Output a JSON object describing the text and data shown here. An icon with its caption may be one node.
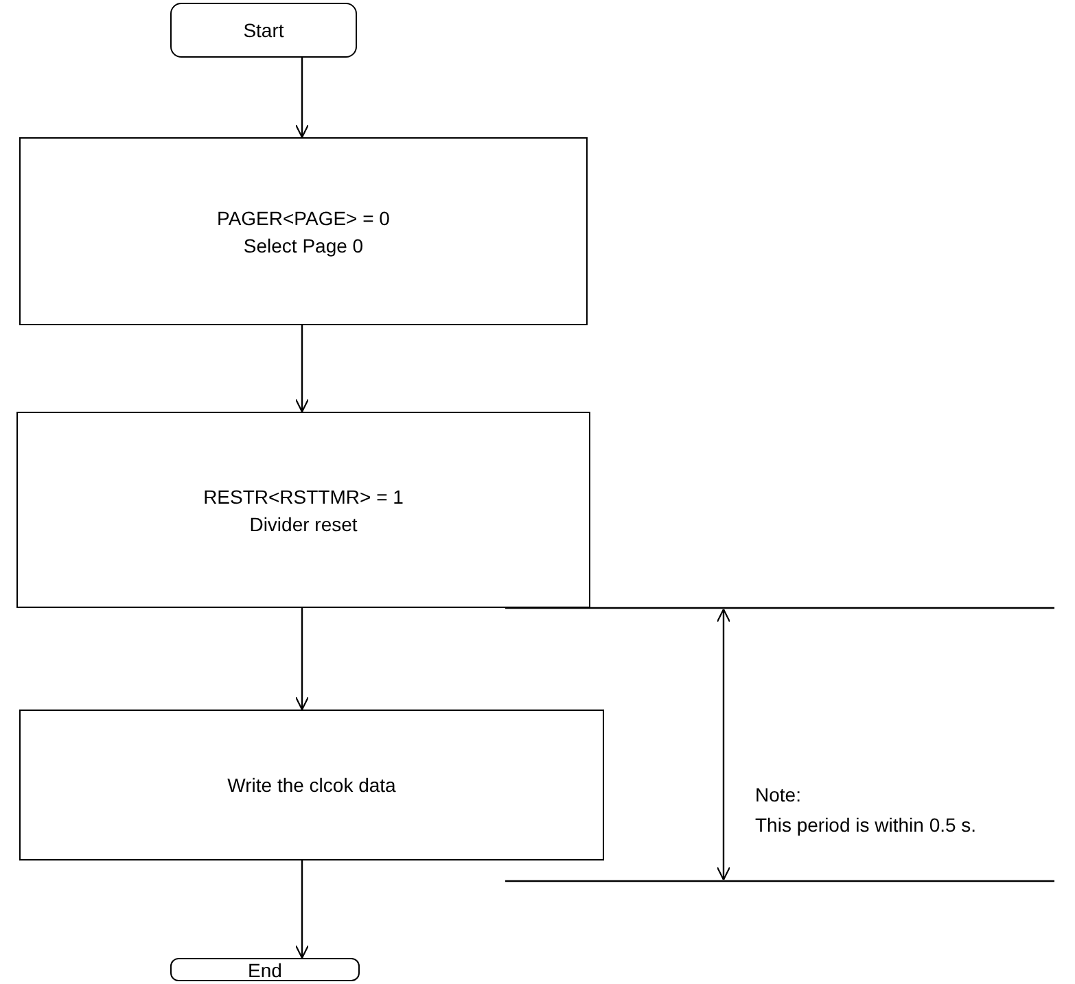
{
  "diagram": {
    "nodes": [
      {
        "text": [
          "Start"
        ]
      },
      {
        "text": [
          "PAGER<PAGE> = 0",
          "Select Page 0"
        ]
      },
      {
        "text": [
          "RESTR<RSTTMR> = 1",
          "Divider reset"
        ]
      },
      {
        "text": [
          "Write the clcok data"
        ]
      },
      {
        "text": [
          "End"
        ]
      }
    ],
    "edges": [
      {
        "from": 0,
        "to": 1,
        "arrow": "to"
      },
      {
        "from": 1,
        "to": 2,
        "arrow": "to"
      },
      {
        "from": 2,
        "to": 3,
        "arrow": "to"
      },
      {
        "from": 3,
        "to": 4,
        "arrow": "to"
      }
    ],
    "labels": [
      "Note:",
      "This period is within 0.5 s."
    ]
  }
}
